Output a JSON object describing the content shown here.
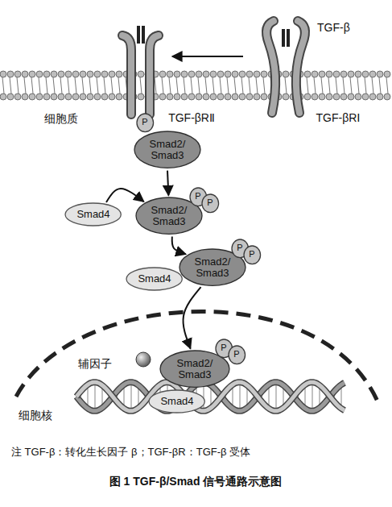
{
  "diagram": {
    "caption": "图 1 TGF-β/Smad 信号通路示意图",
    "nodes": [
      {
        "text": [
          "P"
        ]
      },
      {
        "text": [
          "Smad2/ Smad3"
        ]
      },
      {
        "text": [
          "Smad4"
        ]
      },
      {
        "text": [
          "Smad2/ Smad3"
        ]
      },
      {
        "text": [
          "P"
        ]
      },
      {
        "text": [
          "P"
        ]
      },
      {
        "text": [
          "Smad4"
        ]
      },
      {
        "text": [
          "Smad2/ Smad3"
        ]
      },
      {
        "text": [
          "P"
        ]
      },
      {
        "text": [
          "P"
        ]
      },
      {
        "text": [
          "Smad2/ Smad3"
        ]
      },
      {
        "text": [
          "P"
        ]
      },
      {
        "text": [
          "P"
        ]
      },
      {
        "text": [
          "Smad4"
        ]
      }
    ],
    "edges": [
      {
        "from": 1,
        "to": 3,
        "arrow": "to"
      },
      {
        "from": 2,
        "to": 3,
        "arrow": "to"
      },
      {
        "from": 3,
        "to": 7,
        "arrow": "to"
      },
      {
        "from": 7,
        "to": 10,
        "arrow": "to"
      }
    ],
    "labels": [
      "TGF-β",
      "TGF-βRⅡ",
      "TGF-βRⅠ",
      "细胞质",
      "辅因子",
      "细胞核",
      "注 TGF-β：转化生长因子 β；TGF-βR：TGF-β 受体"
    ]
  }
}
